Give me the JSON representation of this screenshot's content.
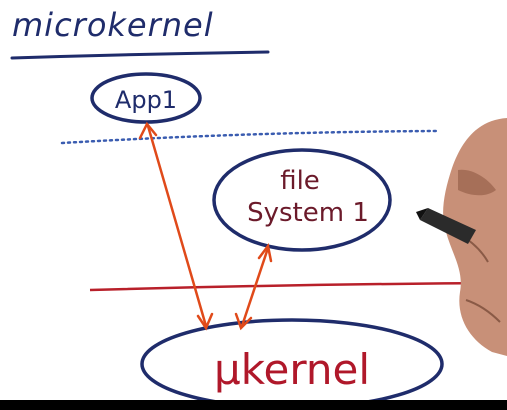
{
  "title": "microkernel",
  "nodes": {
    "app": "App1",
    "filesystem_line1": "file",
    "filesystem_line2": "System 1",
    "kernel": "μkernel"
  },
  "colors": {
    "ink_blue": "#1f2c6b",
    "ink_red": "#b0182a",
    "arrow_orange": "#e04a1a",
    "dotted_blue": "#3a5cb0",
    "divider_red": "#b8202a",
    "bottom_bar": "#000000",
    "hand_skin": "#c89078"
  }
}
